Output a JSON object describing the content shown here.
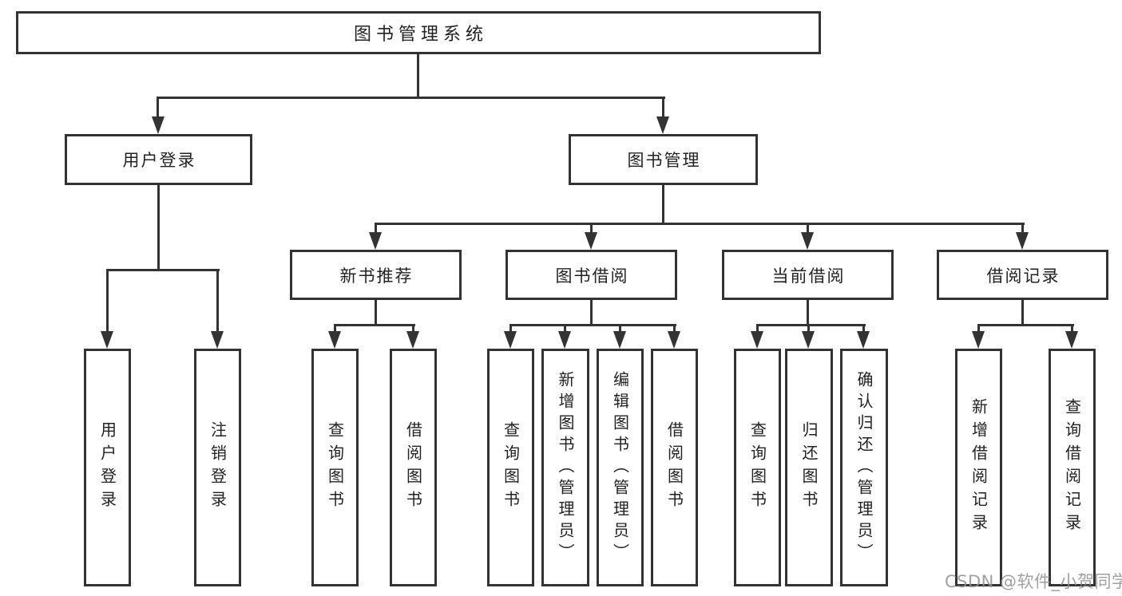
{
  "colors": {
    "line": "#333333",
    "text": "#222222",
    "background": "#ffffff",
    "watermark": "#919191"
  },
  "nodes": {
    "root": {
      "label": "图书管理系统"
    },
    "user_login": {
      "label": "用户登录"
    },
    "book_mgmt": {
      "label": "图书管理"
    },
    "new_book_rec": {
      "label": "新书推荐"
    },
    "book_borrow": {
      "label": "图书借阅"
    },
    "current_borrow": {
      "label": "当前借阅"
    },
    "borrow_records": {
      "label": "借阅记录"
    },
    "leaf_user_login": {
      "label": "用户登录"
    },
    "leaf_logout": {
      "label": "注销登录"
    },
    "leaf_query_books_1": {
      "label": "查询图书"
    },
    "leaf_borrow_books_1": {
      "label": "借阅图书"
    },
    "leaf_query_books_2": {
      "label": "查询图书"
    },
    "leaf_add_book": {
      "label": "新增图书（管理员）"
    },
    "leaf_edit_book": {
      "label": "编辑图书（管理员）"
    },
    "leaf_borrow_books_2": {
      "label": "借阅图书"
    },
    "leaf_query_books_3": {
      "label": "查询图书"
    },
    "leaf_return_book": {
      "label": "归还图书"
    },
    "leaf_confirm_return": {
      "label": "确认归还（管理员）"
    },
    "leaf_add_record": {
      "label": "新增借阅记录"
    },
    "leaf_query_record": {
      "label": "查询借阅记录"
    }
  },
  "watermark": {
    "label": "CSDN @软件_小贺同学"
  }
}
